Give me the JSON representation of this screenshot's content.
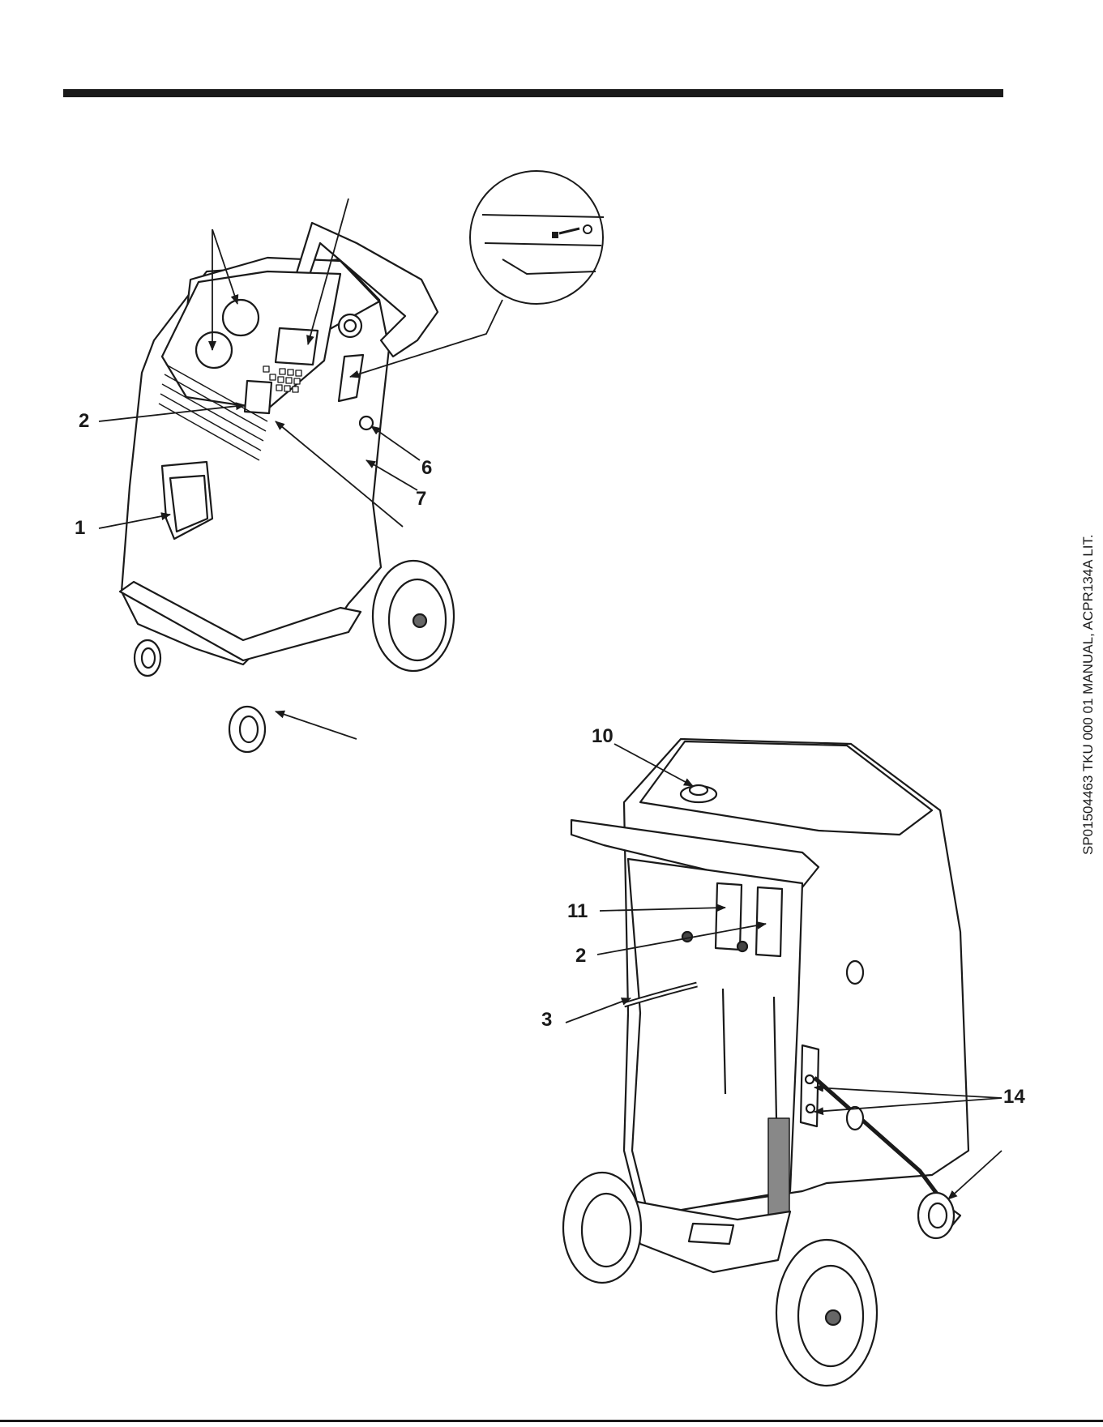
{
  "callouts": {
    "front": {
      "c1": "1",
      "c2": "2",
      "c6": "6",
      "c7": "7"
    },
    "rear": {
      "c10": "10",
      "c11": "11",
      "c2": "2",
      "c3": "3",
      "c14": "14"
    }
  },
  "side_text": "SP01504463 TKU 000 01 MANUAL, ACPR134A LIT."
}
